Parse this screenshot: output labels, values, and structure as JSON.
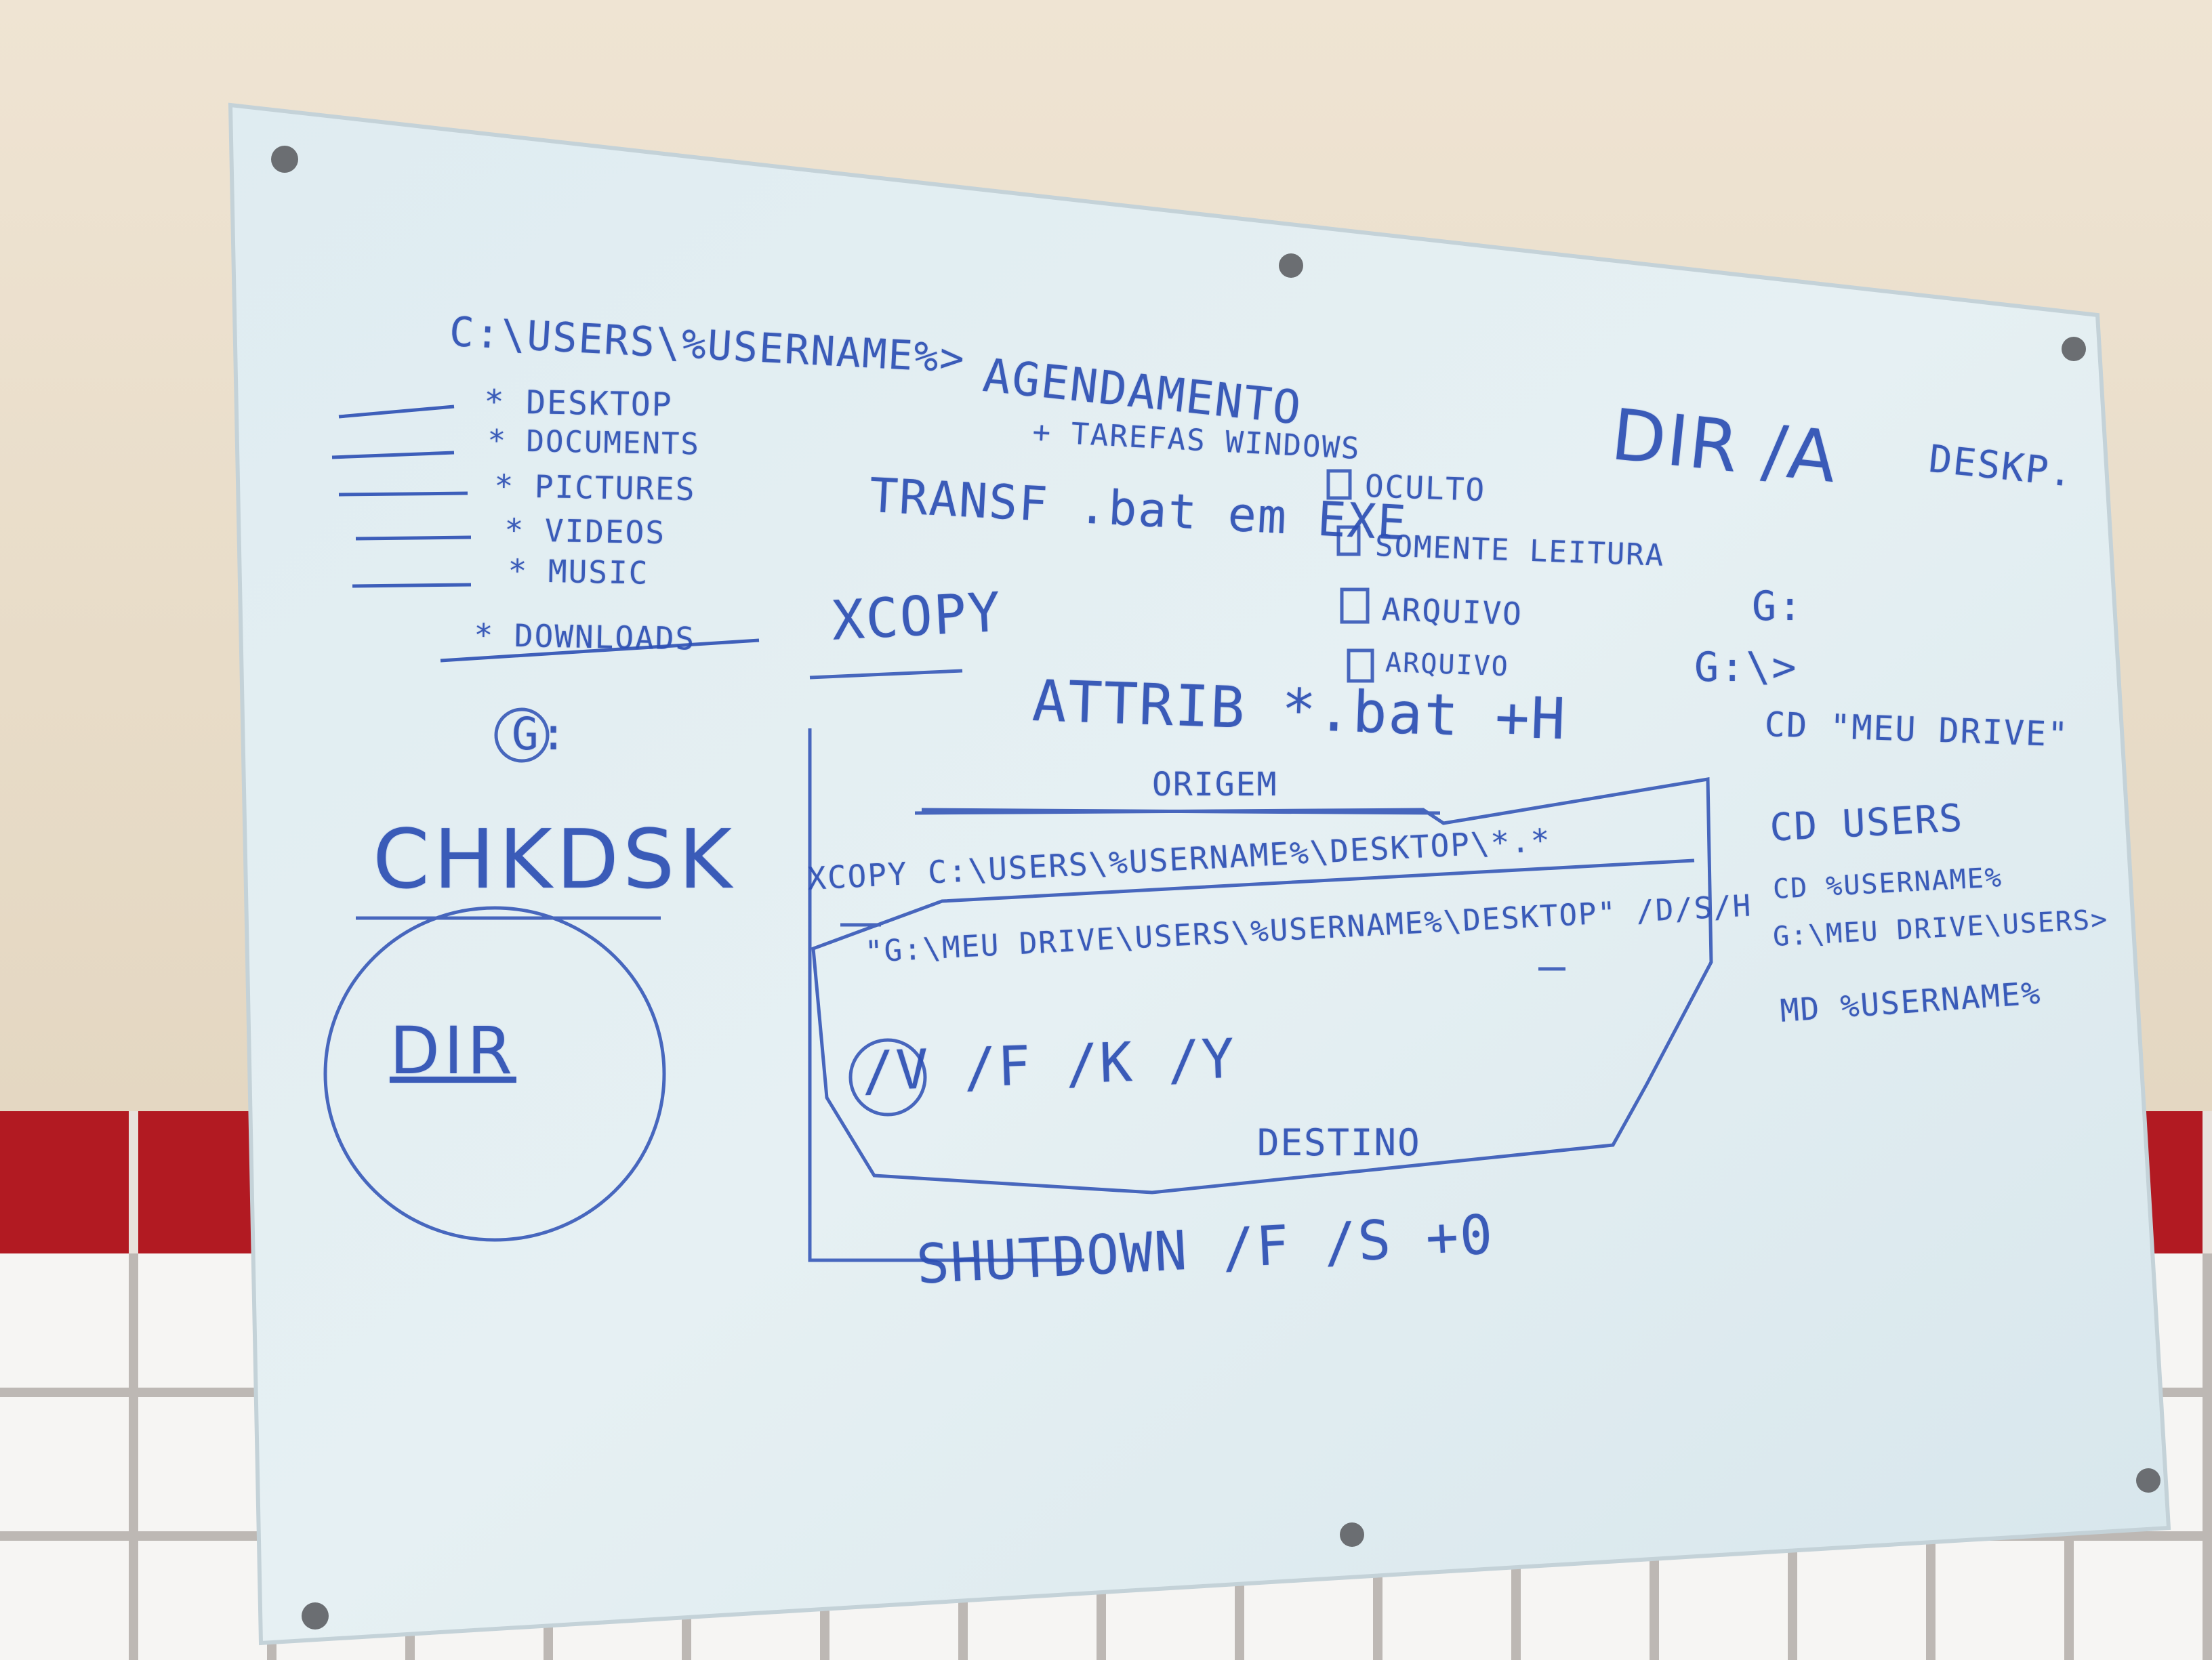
{
  "scene": {
    "colors": {
      "ink": "#2c4fb4",
      "board": "#e3eef2",
      "wall": "#e9dfcf",
      "red_tile": "#b21a22",
      "white_tile": "#f6f5f3"
    }
  },
  "whiteboard": {
    "left_column": {
      "path": "C:\\USERS\\%USERNAME%>",
      "folders": [
        "* DESKTOP",
        "* DOCUMENTS",
        "* PICTURES",
        "* VIDEOS",
        "* MUSIC",
        "* DOWNLOADS"
      ],
      "drive": "G:",
      "chkdsk": "CHKDSK",
      "dir": "DIR"
    },
    "center": {
      "scheduling": "AGENDAMENTO",
      "tasks": "+ TAREFAS WINDOWS",
      "transf": "TRANSF .bat em EXE",
      "checklist": [
        "OCULTO",
        "SOMENTE LEITURA",
        "ARQUIVO",
        "ARQUIVO"
      ],
      "xcopy_title": "XCOPY",
      "attrib": "ATTRIB *.bat +H",
      "origem": "ORIGEM",
      "xcopy_cmd": "XCOPY C:\\USERS\\%USERNAME%\\DESKTOP\\*.*",
      "destination": "\"G:\\MEU DRIVE\\USERS\\%USERNAME%\\DESKTOP\" /D/S/H",
      "flags": "/V /F /K /Y",
      "destino": "DESTINO",
      "shutdown": "SHUTDOWN /F /S +0"
    },
    "right_column": {
      "dir_cmd": "DIR /A",
      "desk": "DESKP.",
      "lines": [
        "G:",
        "G:\\>",
        "CD \"MEU DRIVE\"",
        "CD USERS",
        "CD %USERNAME%",
        "G:\\MEU DRIVE\\USERS>",
        "MD %USERNAME%"
      ]
    }
  }
}
